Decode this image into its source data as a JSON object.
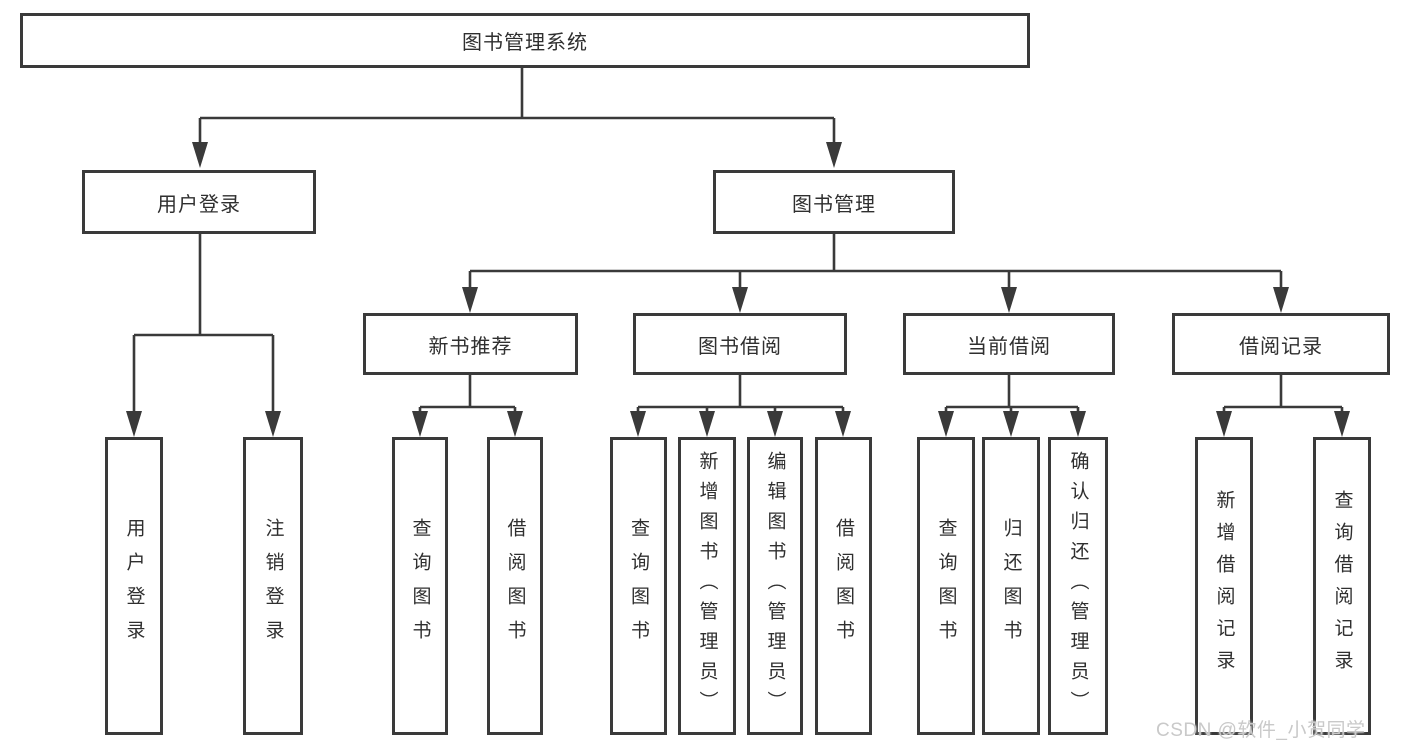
{
  "diagram": {
    "root": {
      "label": "图书管理系统"
    },
    "level2": [
      {
        "label": "用户登录"
      },
      {
        "label": "图书管理"
      }
    ],
    "level3": [
      {
        "label": "新书推荐"
      },
      {
        "label": "图书借阅"
      },
      {
        "label": "当前借阅"
      },
      {
        "label": "借阅记录"
      }
    ],
    "leaves": {
      "user_login": [
        {
          "label": "用户登录"
        },
        {
          "label": "注销登录"
        }
      ],
      "new_book": [
        {
          "label": "查询图书"
        },
        {
          "label": "借阅图书"
        }
      ],
      "borrow": [
        {
          "label": "查询图书"
        },
        {
          "label": "新增图书（管理员）"
        },
        {
          "label": "编辑图书（管理员）"
        },
        {
          "label": "借阅图书"
        }
      ],
      "current": [
        {
          "label": "查询图书"
        },
        {
          "label": "归还图书"
        },
        {
          "label": "确认归还（管理员）"
        }
      ],
      "records": [
        {
          "label": "新增借阅记录"
        },
        {
          "label": "查询借阅记录"
        }
      ]
    }
  },
  "watermark": "CSDN @软件_小贺同学",
  "colors": {
    "line": "#3a3a3a",
    "text": "#2f2f2f",
    "watermark": "#c9c9c9",
    "background": "#ffffff"
  }
}
